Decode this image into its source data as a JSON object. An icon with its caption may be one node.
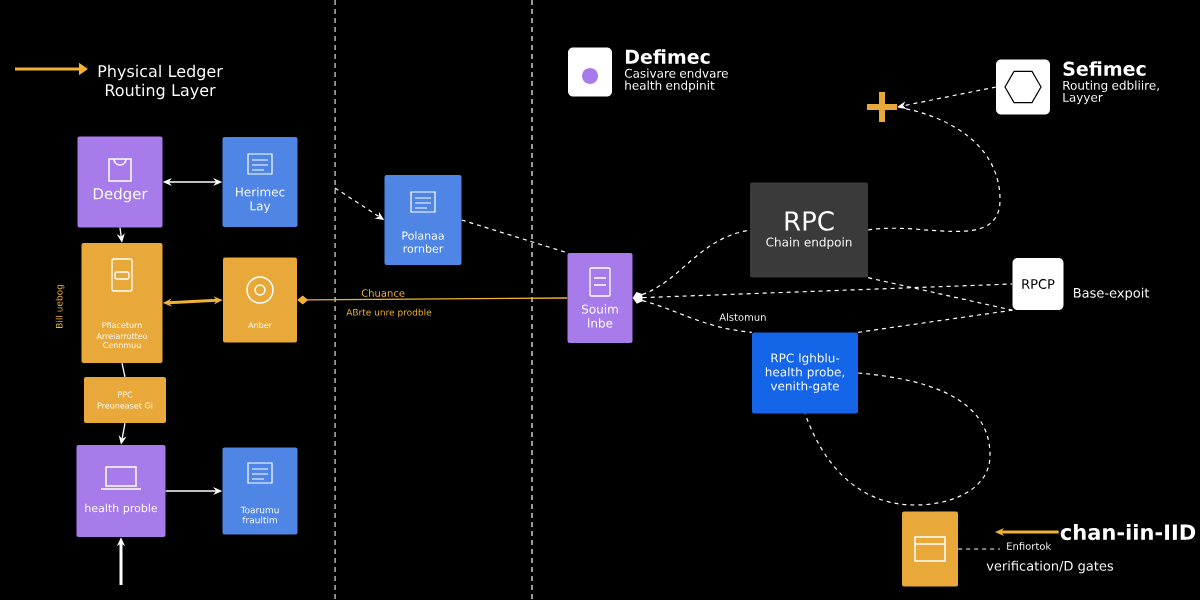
{
  "diagram": {
    "title": "Physical Ledger Routing Layer",
    "nodes": [
      {
        "text": [
          "Dedger"
        ]
      },
      {
        "text": [
          "Herimec Lay"
        ]
      },
      {
        "text": [
          "Pfiaceturn",
          "Arreiarrotteo Cennmuu"
        ]
      },
      {
        "text": [
          "Anber"
        ]
      },
      {
        "text": [
          "PPC",
          "Preuneaset Gi"
        ]
      },
      {
        "text": [
          "health proble"
        ]
      },
      {
        "text": [
          "Toarumu fraultim"
        ]
      },
      {
        "text": [
          "Polanaa rornber"
        ]
      },
      {
        "text": [
          "Souim lnbe"
        ]
      },
      {
        "text": [
          "Defimec",
          "Casivare endvare health endpinit"
        ]
      },
      {
        "text": [
          "RPC",
          "Chain endpoin"
        ]
      },
      {
        "text": [
          "Sefimec",
          "Routing edbliire, Layyer"
        ]
      },
      {
        "text": [
          "RPCP"
        ],
        "beside": [
          "Base-expoit"
        ]
      },
      {
        "text": [
          "RPC lghblu- health probe, venith-gate"
        ]
      },
      {
        "text": [],
        "shape": "box"
      },
      {
        "text": [],
        "shape": "plus"
      },
      {
        "text": [
          "chan-iin-IID"
        ]
      }
    ],
    "edges": [
      {
        "from": 0,
        "to": 1,
        "arrow": "both"
      },
      {
        "from": 0,
        "to": 2,
        "arrow": "to"
      },
      {
        "from": 2,
        "to": 4,
        "arrow": "none"
      },
      {
        "from": 4,
        "to": 5,
        "arrow": "to"
      },
      {
        "from": 5,
        "to": 6,
        "arrow": "to"
      },
      {
        "from": 2,
        "to": 3,
        "arrow": "both",
        "style": "thick",
        "color": "#f2b233"
      },
      {
        "from": 3,
        "to": 8,
        "arrow": "other",
        "label": "Chuance",
        "color": "#f2b233"
      },
      {
        "from": null,
        "to": 7,
        "arrow": "to",
        "style": "dashed"
      },
      {
        "from": 7,
        "to": 8,
        "arrow": "none",
        "style": "dashed"
      },
      {
        "from": 8,
        "to": 10,
        "arrow": "other",
        "style": "dashed"
      },
      {
        "from": 8,
        "to": 12,
        "arrow": "other",
        "style": "dashed"
      },
      {
        "from": 8,
        "to": 13,
        "arrow": "other",
        "style": "dashed",
        "label": "Alstomun"
      },
      {
        "from": 10,
        "to": 15,
        "arrow": "none",
        "style": "dashed"
      },
      {
        "from": 11,
        "to": 15,
        "arrow": "to",
        "style": "dashed"
      },
      {
        "from": 10,
        "to": 12,
        "arrow": "none",
        "style": "dashed"
      },
      {
        "from": 13,
        "to": 12,
        "arrow": "none",
        "style": "dashed"
      },
      {
        "from": 13,
        "to": 13,
        "arrow": "none",
        "style": "dashed"
      },
      {
        "from": 14,
        "to": null,
        "arrow": "none",
        "style": "dashed",
        "label": "Enfiortok"
      },
      {
        "from": 16,
        "to": null,
        "arrow": "to",
        "style": "thick",
        "color": "#f2b233"
      },
      {
        "from": null,
        "to": 5,
        "arrow": "to",
        "style": "thick"
      }
    ],
    "labels": [
      "Bill uebog",
      "ABrte unre prodble",
      "verification/D gates"
    ]
  }
}
